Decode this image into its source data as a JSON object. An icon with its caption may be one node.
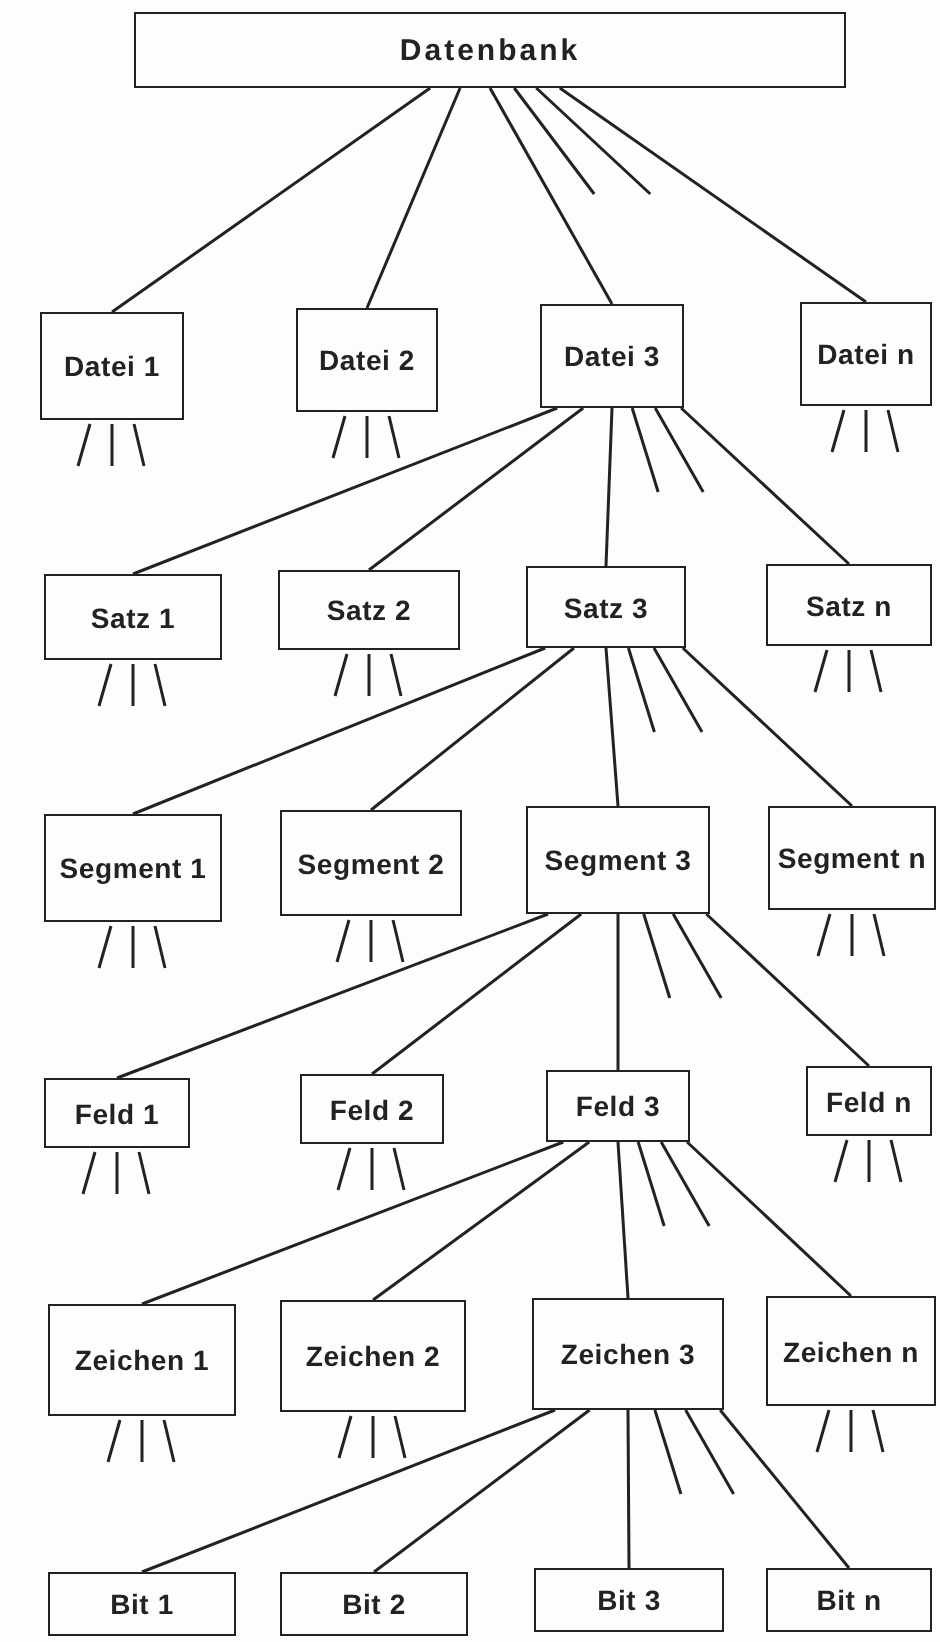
{
  "diagram": {
    "nodes": [
      {
        "text": [
          "Datenbank"
        ]
      },
      {
        "text": [
          "Datei 1"
        ]
      },
      {
        "text": [
          "Datei 2"
        ]
      },
      {
        "text": [
          "Datei 3"
        ]
      },
      {
        "text": [
          "Datei n"
        ]
      },
      {
        "text": [
          "Satz 1"
        ]
      },
      {
        "text": [
          "Satz 2"
        ]
      },
      {
        "text": [
          "Satz 3"
        ]
      },
      {
        "text": [
          "Satz n"
        ]
      },
      {
        "text": [
          "Segment 1"
        ]
      },
      {
        "text": [
          "Segment 2"
        ]
      },
      {
        "text": [
          "Segment 3"
        ]
      },
      {
        "text": [
          "Segment n"
        ]
      },
      {
        "text": [
          "Feld 1"
        ]
      },
      {
        "text": [
          "Feld 2"
        ]
      },
      {
        "text": [
          "Feld 3"
        ]
      },
      {
        "text": [
          "Feld n"
        ]
      },
      {
        "text": [
          "Zeichen 1"
        ]
      },
      {
        "text": [
          "Zeichen 2"
        ]
      },
      {
        "text": [
          "Zeichen 3"
        ]
      },
      {
        "text": [
          "Zeichen n"
        ]
      },
      {
        "text": [
          "Bit 1"
        ]
      },
      {
        "text": [
          "Bit 2"
        ]
      },
      {
        "text": [
          "Bit 3"
        ]
      },
      {
        "text": [
          "Bit n"
        ]
      }
    ],
    "edges": [
      {
        "from": 0,
        "to": 1,
        "arrow": "none"
      },
      {
        "from": 0,
        "to": 2,
        "arrow": "none"
      },
      {
        "from": 0,
        "to": 3,
        "arrow": "none"
      },
      {
        "from": 0,
        "to": null,
        "arrow": "none"
      },
      {
        "from": 0,
        "to": null,
        "arrow": "none"
      },
      {
        "from": 0,
        "to": 4,
        "arrow": "none"
      },
      {
        "from": 1,
        "to": null,
        "arrow": "none"
      },
      {
        "from": 1,
        "to": null,
        "arrow": "none"
      },
      {
        "from": 1,
        "to": null,
        "arrow": "none"
      },
      {
        "from": 2,
        "to": null,
        "arrow": "none"
      },
      {
        "from": 2,
        "to": null,
        "arrow": "none"
      },
      {
        "from": 2,
        "to": null,
        "arrow": "none"
      },
      {
        "from": 3,
        "to": 5,
        "arrow": "none"
      },
      {
        "from": 3,
        "to": 6,
        "arrow": "none"
      },
      {
        "from": 3,
        "to": 7,
        "arrow": "none"
      },
      {
        "from": 3,
        "to": null,
        "arrow": "none"
      },
      {
        "from": 3,
        "to": null,
        "arrow": "none"
      },
      {
        "from": 3,
        "to": 8,
        "arrow": "none"
      },
      {
        "from": 4,
        "to": null,
        "arrow": "none"
      },
      {
        "from": 4,
        "to": null,
        "arrow": "none"
      },
      {
        "from": 4,
        "to": null,
        "arrow": "none"
      },
      {
        "from": 5,
        "to": null,
        "arrow": "none"
      },
      {
        "from": 5,
        "to": null,
        "arrow": "none"
      },
      {
        "from": 5,
        "to": null,
        "arrow": "none"
      },
      {
        "from": 6,
        "to": null,
        "arrow": "none"
      },
      {
        "from": 6,
        "to": null,
        "arrow": "none"
      },
      {
        "from": 6,
        "to": null,
        "arrow": "none"
      },
      {
        "from": 7,
        "to": 9,
        "arrow": "none"
      },
      {
        "from": 7,
        "to": 10,
        "arrow": "none"
      },
      {
        "from": 7,
        "to": 11,
        "arrow": "none"
      },
      {
        "from": 7,
        "to": null,
        "arrow": "none"
      },
      {
        "from": 7,
        "to": null,
        "arrow": "none"
      },
      {
        "from": 7,
        "to": 12,
        "arrow": "none"
      },
      {
        "from": 8,
        "to": null,
        "arrow": "none"
      },
      {
        "from": 8,
        "to": null,
        "arrow": "none"
      },
      {
        "from": 8,
        "to": null,
        "arrow": "none"
      },
      {
        "from": 9,
        "to": null,
        "arrow": "none"
      },
      {
        "from": 9,
        "to": null,
        "arrow": "none"
      },
      {
        "from": 9,
        "to": null,
        "arrow": "none"
      },
      {
        "from": 10,
        "to": null,
        "arrow": "none"
      },
      {
        "from": 10,
        "to": null,
        "arrow": "none"
      },
      {
        "from": 10,
        "to": null,
        "arrow": "none"
      },
      {
        "from": 11,
        "to": 13,
        "arrow": "none"
      },
      {
        "from": 11,
        "to": 14,
        "arrow": "none"
      },
      {
        "from": 11,
        "to": 15,
        "arrow": "none"
      },
      {
        "from": 11,
        "to": null,
        "arrow": "none"
      },
      {
        "from": 11,
        "to": null,
        "arrow": "none"
      },
      {
        "from": 11,
        "to": 16,
        "arrow": "none"
      },
      {
        "from": 12,
        "to": null,
        "arrow": "none"
      },
      {
        "from": 12,
        "to": null,
        "arrow": "none"
      },
      {
        "from": 12,
        "to": null,
        "arrow": "none"
      },
      {
        "from": 13,
        "to": null,
        "arrow": "none"
      },
      {
        "from": 13,
        "to": null,
        "arrow": "none"
      },
      {
        "from": 13,
        "to": null,
        "arrow": "none"
      },
      {
        "from": 14,
        "to": null,
        "arrow": "none"
      },
      {
        "from": 14,
        "to": null,
        "arrow": "none"
      },
      {
        "from": 14,
        "to": null,
        "arrow": "none"
      },
      {
        "from": 15,
        "to": 17,
        "arrow": "none"
      },
      {
        "from": 15,
        "to": 18,
        "arrow": "none"
      },
      {
        "from": 15,
        "to": 19,
        "arrow": "none"
      },
      {
        "from": 15,
        "to": null,
        "arrow": "none"
      },
      {
        "from": 15,
        "to": null,
        "arrow": "none"
      },
      {
        "from": 15,
        "to": 20,
        "arrow": "none"
      },
      {
        "from": 16,
        "to": null,
        "arrow": "none"
      },
      {
        "from": 16,
        "to": null,
        "arrow": "none"
      },
      {
        "from": 16,
        "to": null,
        "arrow": "none"
      },
      {
        "from": 17,
        "to": null,
        "arrow": "none"
      },
      {
        "from": 17,
        "to": null,
        "arrow": "none"
      },
      {
        "from": 17,
        "to": null,
        "arrow": "none"
      },
      {
        "from": 18,
        "to": null,
        "arrow": "none"
      },
      {
        "from": 18,
        "to": null,
        "arrow": "none"
      },
      {
        "from": 18,
        "to": null,
        "arrow": "none"
      },
      {
        "from": 19,
        "to": 21,
        "arrow": "none"
      },
      {
        "from": 19,
        "to": 22,
        "arrow": "none"
      },
      {
        "from": 19,
        "to": 23,
        "arrow": "none"
      },
      {
        "from": 19,
        "to": null,
        "arrow": "none"
      },
      {
        "from": 19,
        "to": null,
        "arrow": "none"
      },
      {
        "from": 19,
        "to": 24,
        "arrow": "none"
      },
      {
        "from": 20,
        "to": null,
        "arrow": "none"
      },
      {
        "from": 20,
        "to": null,
        "arrow": "none"
      },
      {
        "from": 20,
        "to": null,
        "arrow": "none"
      }
    ]
  }
}
